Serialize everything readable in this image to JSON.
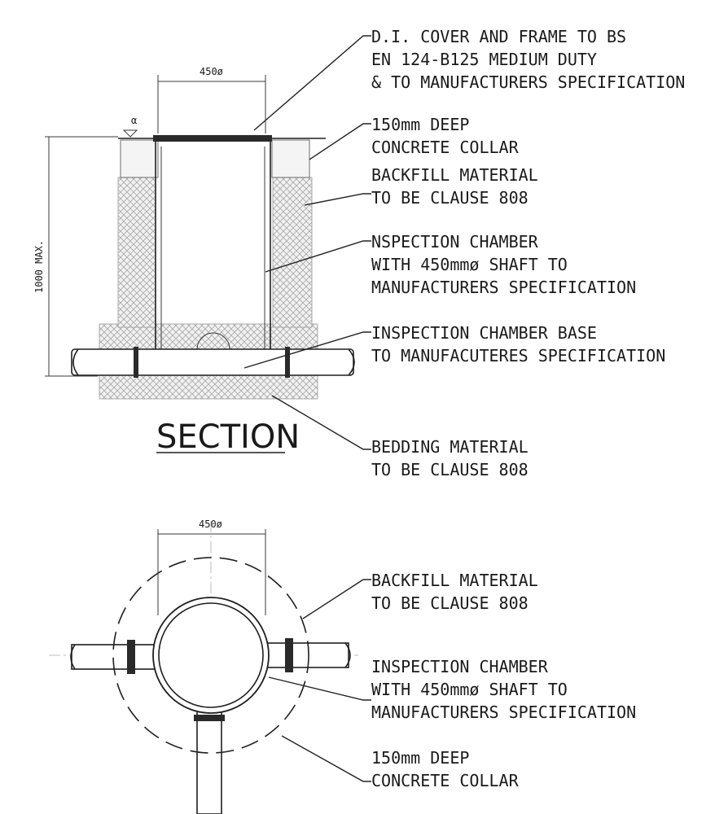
{
  "section_view": {
    "title": "SECTION",
    "dim_diameter": "450ø",
    "dim_height": "1000 MAX.",
    "dim_cover_marker": "α",
    "callouts": [
      {
        "lines": [
          "D.I. COVER AND FRAME TO BS",
          "EN 124-B125 MEDIUM DUTY",
          "& TO MANUFACTURERS SPECIFICATION"
        ]
      },
      {
        "lines": [
          "150mm DEEP",
          "CONCRETE COLLAR"
        ]
      },
      {
        "lines": [
          "BACKFILL MATERIAL",
          "TO BE CLAUSE 808"
        ]
      },
      {
        "lines": [
          "NSPECTION CHAMBER",
          "WITH 450mmø SHAFT TO",
          "MANUFACTURERS SPECIFICATION"
        ]
      },
      {
        "lines": [
          "INSPECTION CHAMBER BASE",
          "TO MANUFACUTERES SPECIFICATION"
        ]
      },
      {
        "lines": [
          "BEDDING MATERIAL",
          "TO BE CLAUSE 808"
        ]
      }
    ]
  },
  "plan_view": {
    "dim_diameter": "450ø",
    "callouts": [
      {
        "lines": [
          "BACKFILL MATERIAL",
          "TO BE CLAUSE 808"
        ]
      },
      {
        "lines": [
          "INSPECTION CHAMBER",
          "WITH 450mmø SHAFT TO",
          "MANUFACTURERS SPECIFICATION"
        ]
      },
      {
        "lines": [
          "150mm DEEP",
          "CONCRETE COLLAR"
        ]
      }
    ]
  },
  "colors": {
    "line": "#1f1f1f",
    "hatch": "#9a9a9a",
    "background": "#ffffff"
  }
}
